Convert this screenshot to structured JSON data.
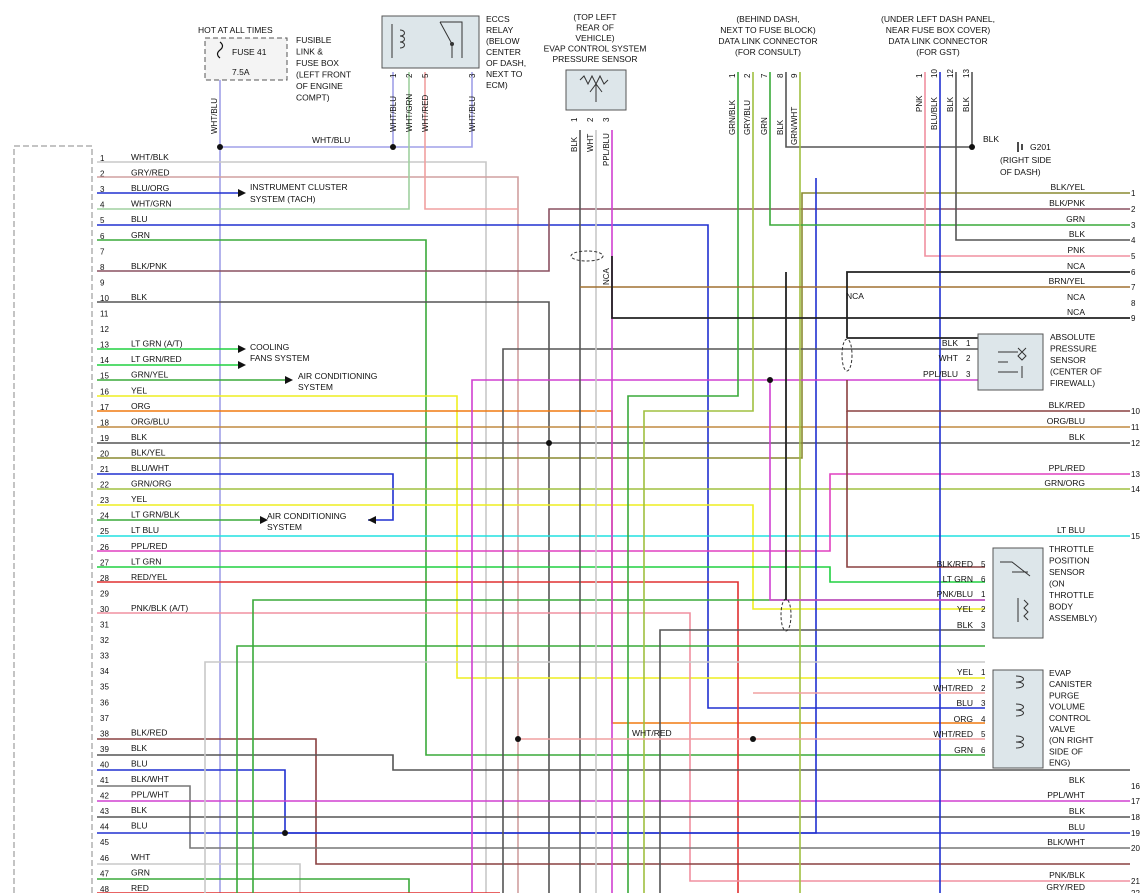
{
  "fuse_box": {
    "header": "HOT AT ALL TIMES",
    "fuse_name": "FUSE 41",
    "fuse_rating": "7.5A",
    "desc": [
      "FUSIBLE",
      "LINK &",
      "FUSE BOX",
      "(LEFT FRONT",
      "OF ENGINE",
      "COMPT)"
    ],
    "wire": "WHT/BLU"
  },
  "eccs_relay": {
    "desc": [
      "ECCS",
      "RELAY",
      "(BELOW",
      "CENTER",
      "OF DASH,",
      "NEXT TO",
      "ECM)"
    ],
    "pins": [
      {
        "num": "1",
        "wire": "WHT/BLU"
      },
      {
        "num": "2",
        "wire": "WHT/GRN"
      },
      {
        "num": "5",
        "wire": "WHT/RED"
      },
      {
        "num": "3",
        "wire": "WHT/BLU"
      }
    ]
  },
  "evap_sensor": {
    "desc": [
      "(TOP LEFT",
      "REAR OF",
      "VEHICLE)",
      "EVAP CONTROL SYSTEM",
      "PRESSURE SENSOR"
    ],
    "pins": [
      {
        "num": "1",
        "wire": "BLK"
      },
      {
        "num": "2",
        "wire": "WHT"
      },
      {
        "num": "3",
        "wire": "PPL/BLU"
      }
    ]
  },
  "consult_dlc": {
    "desc": [
      "(BEHIND DASH,",
      "NEXT TO FUSE BLOCK)",
      "DATA LINK CONNECTOR",
      "(FOR CONSULT)"
    ],
    "pins": [
      {
        "num": "1",
        "wire": "GRN/BLK"
      },
      {
        "num": "2",
        "wire": "GRY/BLU"
      },
      {
        "num": "7",
        "wire": "GRN"
      },
      {
        "num": "8",
        "wire": "BLK"
      },
      {
        "num": "9",
        "wire": "GRN/WHT"
      }
    ]
  },
  "gst_dlc": {
    "desc": [
      "(UNDER LEFT DASH PANEL,",
      "NEAR FUSE BOX COVER)",
      "DATA LINK CONNECTOR",
      "(FOR GST)"
    ],
    "pins": [
      {
        "num": "1",
        "wire": "PNK"
      },
      {
        "num": "10",
        "wire": "BLU/BLK"
      },
      {
        "num": "12",
        "wire": "BLK"
      },
      {
        "num": "13",
        "wire": "BLK"
      }
    ]
  },
  "ground": {
    "wire": "BLK",
    "id": "G201",
    "desc": [
      "(RIGHT SIDE",
      "OF DASH)"
    ]
  },
  "top_bus_label": "WHT/BLU",
  "nca": "NCA",
  "left_pins": [
    {
      "n": "1",
      "w": "WHT/BLK"
    },
    {
      "n": "2",
      "w": "GRY/RED"
    },
    {
      "n": "3",
      "w": "BLU/ORG"
    },
    {
      "n": "4",
      "w": "WHT/GRN"
    },
    {
      "n": "5",
      "w": "BLU"
    },
    {
      "n": "6",
      "w": "GRN"
    },
    {
      "n": "7",
      "w": ""
    },
    {
      "n": "8",
      "w": "BLK/PNK"
    },
    {
      "n": "9",
      "w": ""
    },
    {
      "n": "10",
      "w": "BLK"
    },
    {
      "n": "11",
      "w": ""
    },
    {
      "n": "12",
      "w": ""
    },
    {
      "n": "13",
      "w": "LT GRN   (A/T)"
    },
    {
      "n": "14",
      "w": "LT GRN/RED"
    },
    {
      "n": "15",
      "w": "GRN/YEL"
    },
    {
      "n": "16",
      "w": "YEL"
    },
    {
      "n": "17",
      "w": "ORG"
    },
    {
      "n": "18",
      "w": "ORG/BLU"
    },
    {
      "n": "19",
      "w": "BLK"
    },
    {
      "n": "20",
      "w": "BLK/YEL"
    },
    {
      "n": "21",
      "w": "BLU/WHT"
    },
    {
      "n": "22",
      "w": "GRN/ORG"
    },
    {
      "n": "23",
      "w": "YEL"
    },
    {
      "n": "24",
      "w": "LT GRN/BLK"
    },
    {
      "n": "25",
      "w": "LT BLU"
    },
    {
      "n": "26",
      "w": "PPL/RED"
    },
    {
      "n": "27",
      "w": "LT GRN"
    },
    {
      "n": "28",
      "w": "RED/YEL"
    },
    {
      "n": "29",
      "w": ""
    },
    {
      "n": "30",
      "w": "PNK/BLK    (A/T)"
    },
    {
      "n": "31",
      "w": ""
    },
    {
      "n": "32",
      "w": ""
    },
    {
      "n": "33",
      "w": ""
    },
    {
      "n": "34",
      "w": ""
    },
    {
      "n": "35",
      "w": ""
    },
    {
      "n": "36",
      "w": ""
    },
    {
      "n": "37",
      "w": ""
    },
    {
      "n": "38",
      "w": "BLK/RED"
    },
    {
      "n": "39",
      "w": "BLK"
    },
    {
      "n": "40",
      "w": "BLU"
    },
    {
      "n": "41",
      "w": "BLK/WHT"
    },
    {
      "n": "42",
      "w": "PPL/WHT"
    },
    {
      "n": "43",
      "w": "BLK"
    },
    {
      "n": "44",
      "w": "BLU"
    },
    {
      "n": "45",
      "w": ""
    },
    {
      "n": "46",
      "w": "WHT"
    },
    {
      "n": "47",
      "w": "GRN"
    },
    {
      "n": "48",
      "w": "RED"
    }
  ],
  "right_pins": [
    {
      "n": "1",
      "w": "BLK/YEL"
    },
    {
      "n": "2",
      "w": "BLK/PNK"
    },
    {
      "n": "3",
      "w": "GRN"
    },
    {
      "n": "4",
      "w": "BLK"
    },
    {
      "n": "5",
      "w": "PNK"
    },
    {
      "n": "6",
      "w": "NCA"
    },
    {
      "n": "7",
      "w": "BRN/YEL"
    },
    {
      "n": "8",
      "w": "NCA"
    },
    {
      "n": "9",
      "w": "NCA"
    },
    {
      "n": "10",
      "w": "BLK/RED"
    },
    {
      "n": "11",
      "w": "ORG/BLU"
    },
    {
      "n": "12",
      "w": "BLK"
    },
    {
      "n": "13",
      "w": "PPL/RED"
    },
    {
      "n": "14",
      "w": "GRN/ORG"
    },
    {
      "n": "15",
      "w": "LT BLU"
    },
    {
      "n": "16",
      "w": "BLK"
    },
    {
      "n": "17",
      "w": "PPL/WHT"
    },
    {
      "n": "18",
      "w": "BLK"
    },
    {
      "n": "19",
      "w": "BLU"
    },
    {
      "n": "20",
      "w": "BLK/WHT"
    },
    {
      "n": "21",
      "w": "PNK/BLK"
    },
    {
      "n": "22",
      "w": "GRY/RED"
    }
  ],
  "systems": {
    "instrument": [
      "INSTRUMENT CLUSTER",
      "SYSTEM  (TACH)"
    ],
    "cooling": [
      "COOLING",
      "FANS SYSTEM"
    ],
    "aircon1": [
      "AIR CONDITIONING",
      "SYSTEM"
    ],
    "aircon2": [
      "AIR CONDITIONING",
      "SYSTEM"
    ]
  },
  "abs_pressure": {
    "desc": [
      "ABSOLUTE",
      "PRESSURE",
      "SENSOR",
      "(CENTER OF",
      "FIREWALL)"
    ],
    "pins": [
      {
        "w": "BLK",
        "n": "1"
      },
      {
        "w": "WHT",
        "n": "2"
      },
      {
        "w": "PPL/BLU",
        "n": "3"
      }
    ]
  },
  "throttle": {
    "desc": [
      "THROTTLE",
      "POSITION",
      "SENSOR",
      "(ON",
      "THROTTLE",
      "BODY",
      "ASSEMBLY)"
    ],
    "pins": [
      {
        "w": "BLK/RED",
        "n": "5"
      },
      {
        "w": "LT GRN",
        "n": "6"
      },
      {
        "w": "PNK/BLU",
        "n": "1"
      },
      {
        "w": "YEL",
        "n": "2"
      },
      {
        "w": "BLK",
        "n": "3"
      }
    ]
  },
  "evap_valve": {
    "desc": [
      "EVAP",
      "CANISTER",
      "PURGE",
      "VOLUME",
      "CONTROL",
      "VALVE",
      "(ON RIGHT",
      "SIDE OF",
      "ENG)"
    ],
    "pins": [
      {
        "w": "YEL",
        "n": "1"
      },
      {
        "w": "WHT/RED",
        "n": "2"
      },
      {
        "w": "BLU",
        "n": "3"
      },
      {
        "w": "ORG",
        "n": "4"
      },
      {
        "w": "WHT/RED",
        "n": "5"
      },
      {
        "w": "GRN",
        "n": "6"
      }
    ]
  },
  "mid_label": "WHT/RED",
  "colors": {
    "WHT": "#c8c8c8",
    "BLK": "#555555",
    "GRY": "#9a9a9a",
    "RED": "#e03030",
    "BLU": "#2030d0",
    "GRN": "#3aaa3a",
    "LTGRN": "#20d040",
    "YEL": "#eeee20",
    "ORG": "#f07a10",
    "PPL": "#d040d0",
    "PNK": "#f090a0",
    "BRN": "#a07030",
    "LTBLU": "#20e0e0",
    "WHTBLU": "#a0a0e8",
    "WHTRED": "#f0a0a0",
    "BLKRED": "#8a4040",
    "BLKYEL": "#8a8a30",
    "BLKPNK": "#8a5060",
    "ORGBLU": "#c08a40",
    "WIRE_BLK": "#222222"
  }
}
